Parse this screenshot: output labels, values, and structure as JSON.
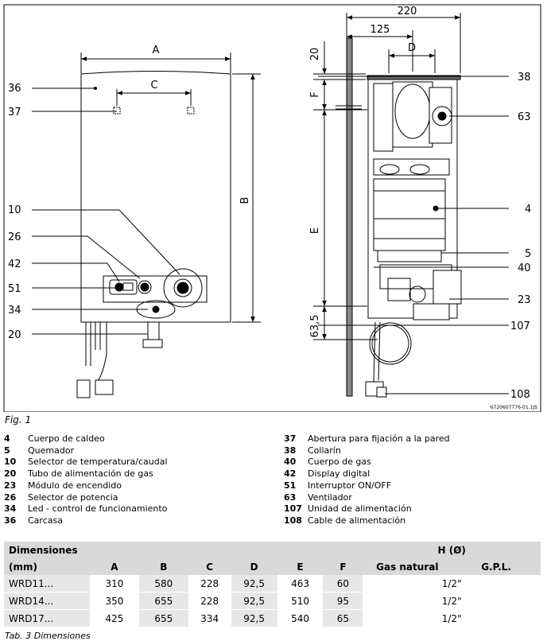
{
  "figure": {
    "dims": {
      "A": "A",
      "B": "B",
      "C": "C",
      "D": "D",
      "E": "E",
      "F": "F",
      "w220": "220",
      "w125": "125",
      "v20": "20",
      "v635": "63,5"
    },
    "callouts_left": [
      "36",
      "37",
      "10",
      "26",
      "42",
      "51",
      "34",
      "20"
    ],
    "callouts_right": [
      "38",
      "63",
      "4",
      "5",
      "40",
      "23",
      "107",
      "108"
    ],
    "ref_code": "6720607776-01.1JS"
  },
  "caption": "Fig. 1",
  "legend_left": [
    {
      "num": "4",
      "text": "Cuerpo de caldeo"
    },
    {
      "num": "5",
      "text": "Quemador"
    },
    {
      "num": "10",
      "text": "Selector de temperatura/caudal"
    },
    {
      "num": "20",
      "text": "Tubo de alimentación de gas"
    },
    {
      "num": "23",
      "text": "Módulo de encendido"
    },
    {
      "num": "26",
      "text": "Selector de potencia"
    },
    {
      "num": "34",
      "text": "Led - control de funcionamiento"
    },
    {
      "num": "36",
      "text": "Carcasa"
    }
  ],
  "legend_right": [
    {
      "num": "37",
      "text": "Abertura para fijación a la  pared"
    },
    {
      "num": "38",
      "text": "Collarín"
    },
    {
      "num": "40",
      "text": "Cuerpo de  gas"
    },
    {
      "num": "42",
      "text": "Display digital"
    },
    {
      "num": "51",
      "text": "Interruptor ON/OFF"
    },
    {
      "num": "63",
      "text": "Ventilador"
    },
    {
      "num": "107",
      "text": "Unidad de alimentación"
    },
    {
      "num": "108",
      "text": "Cable de alimentación"
    }
  ],
  "table": {
    "header_line1": "Dimensiones",
    "header_line2": "(mm)",
    "cols": [
      "A",
      "B",
      "C",
      "D",
      "E",
      "F"
    ],
    "h_label": "H (Ø)",
    "h_sub": [
      "Gas natural",
      "G.P.L."
    ],
    "rows": [
      {
        "model": "WRD11...",
        "vals": [
          "310",
          "580",
          "228",
          "92,5",
          "463",
          "60"
        ],
        "h": "1/2\""
      },
      {
        "model": "WRD14...",
        "vals": [
          "350",
          "655",
          "228",
          "92,5",
          "510",
          "95"
        ],
        "h": "1/2\""
      },
      {
        "model": "WRD17...",
        "vals": [
          "425",
          "655",
          "334",
          "92,5",
          "540",
          "65"
        ],
        "h": "1/2\""
      }
    ]
  },
  "table_caption": "Tab. 3   Dimensiones"
}
